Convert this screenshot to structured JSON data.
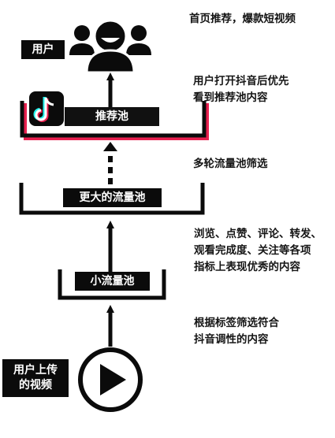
{
  "labels": {
    "user": "用户",
    "uploaded_video": [
      "用户上传",
      "的视频"
    ],
    "recommend_pool": "推荐池",
    "larger_pool": "更大的流量池",
    "small_pool": "小流量池"
  },
  "notes": {
    "top": [
      "首页推荐，爆款短视频"
    ],
    "recommend": [
      "用户打开抖音后优先",
      "看到推荐池内容"
    ],
    "multi": [
      "多轮流量池筛选"
    ],
    "metrics": [
      "浏览、点赞、评论、转发、",
      "观看完成度、关注等各项",
      "指标上表现优秀的内容"
    ],
    "tags": [
      "根据标签筛选符合",
      "抖音调性的内容"
    ]
  },
  "icons": {
    "users": "users-group-icon",
    "play": "play-icon",
    "logo": "douyin-logo-icon"
  },
  "colors": {
    "ink": "#0b0b0b",
    "accent_pink": "#e8204f",
    "accent_cyan": "#25f4ee"
  }
}
